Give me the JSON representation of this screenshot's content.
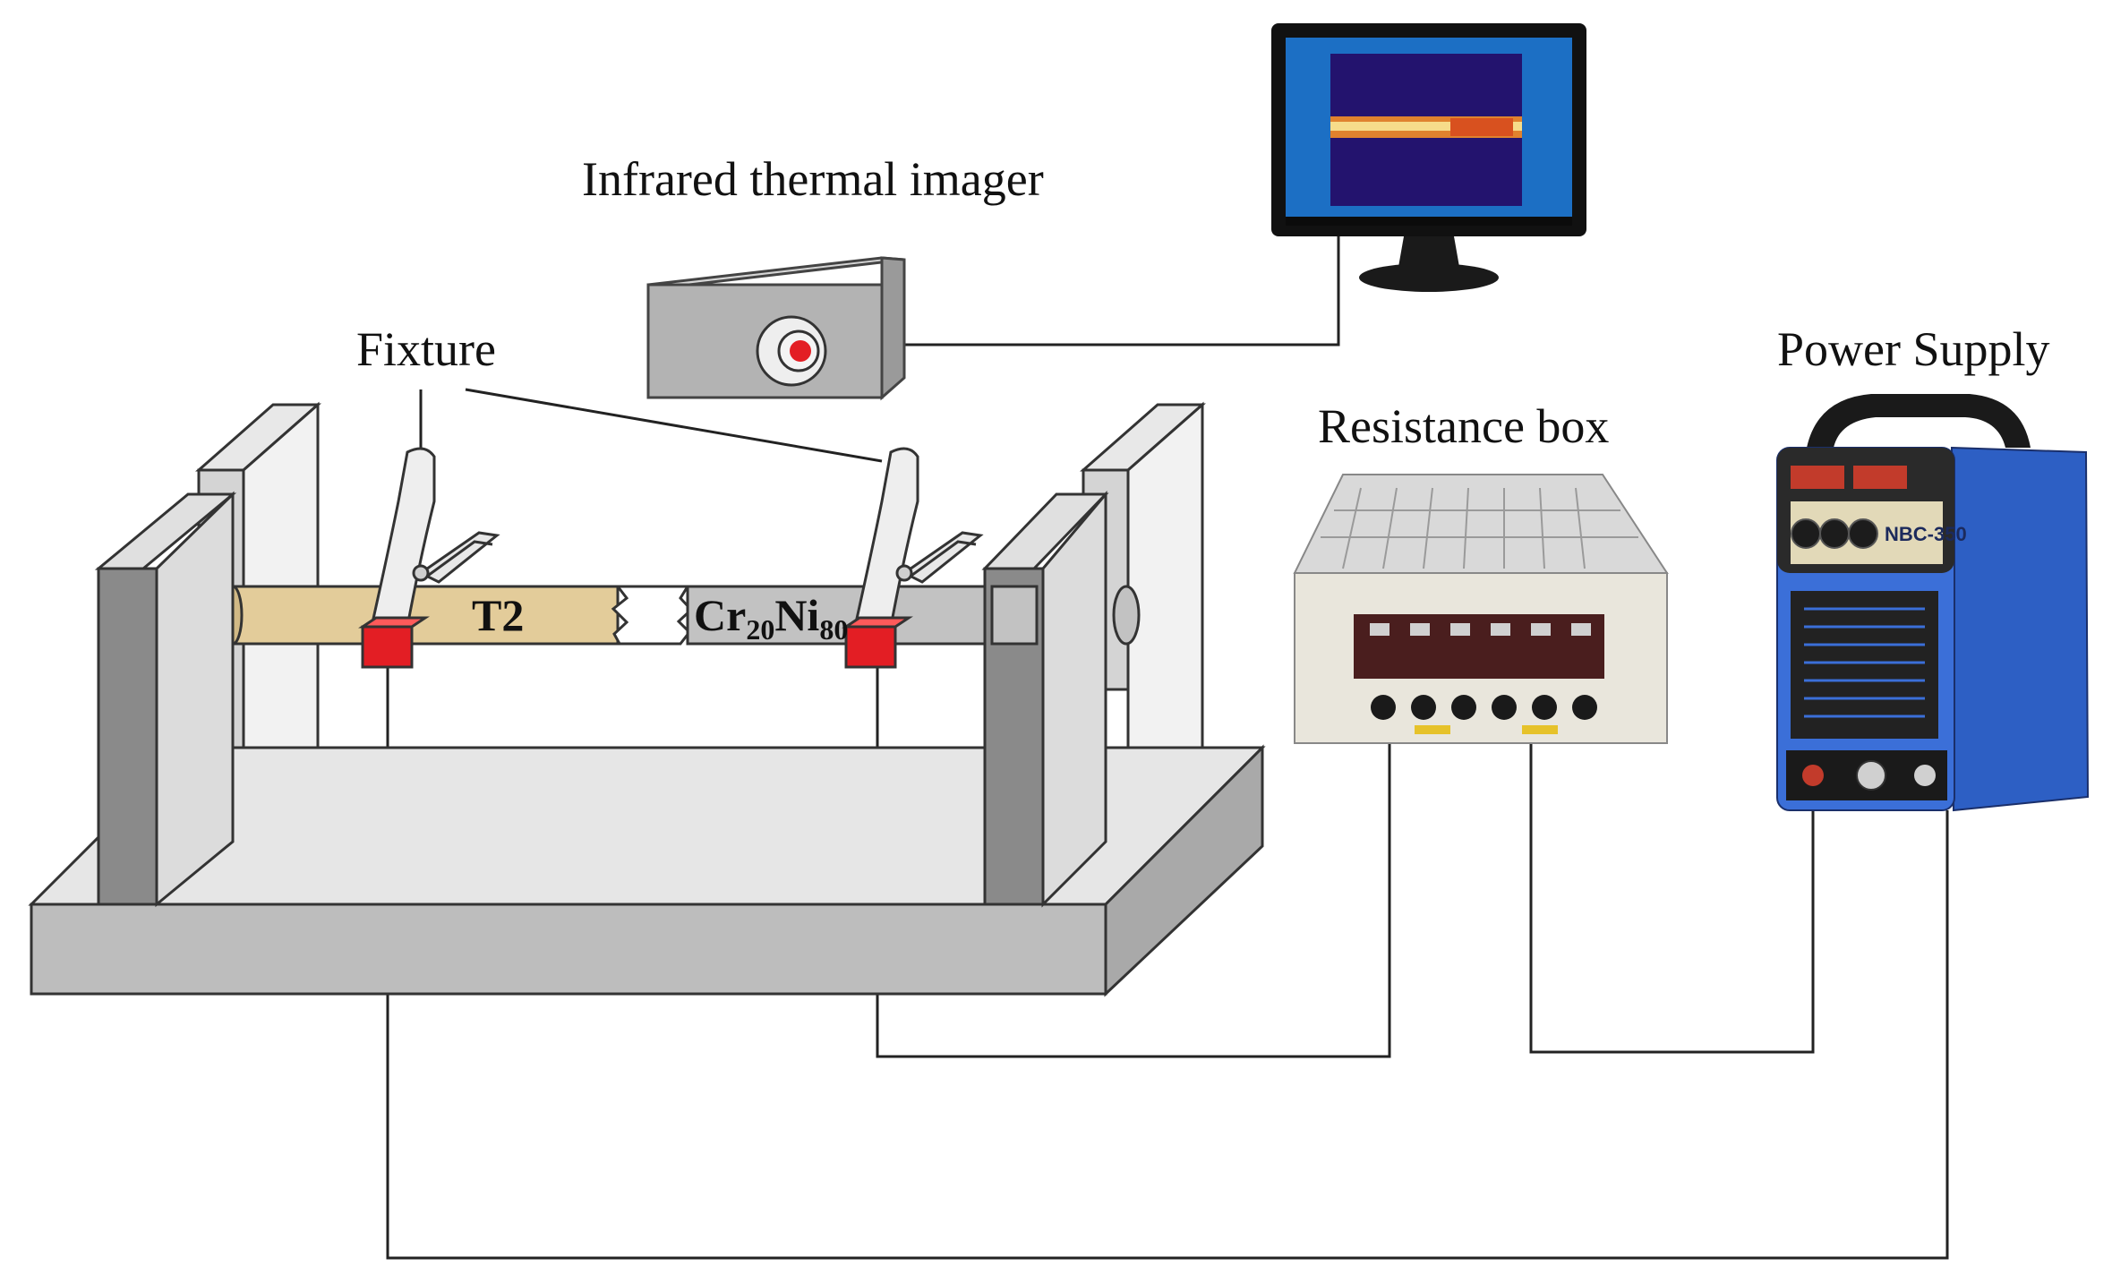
{
  "labels": {
    "imager": "Infrared thermal imager",
    "fixture": "Fixture",
    "resistance_box": "Resistance box",
    "power_supply": "Power Supply"
  },
  "specimen": {
    "left_material": "T2",
    "right_material_base1": "Cr",
    "right_material_sub1": "20",
    "right_material_base2": "Ni",
    "right_material_sub2": "80"
  },
  "power_supply_panel": {
    "model": "NBC-350"
  },
  "colors": {
    "copper": "#e3cc9a",
    "alloy": "#c2c2c2",
    "frame_light": "#dcdcdc",
    "frame_dark": "#8a8a8a",
    "base_gray": "#bdbdbd",
    "clamp_tip": "#e31e24",
    "power_supply_blue": "#3b6fd8",
    "wire": "#222222"
  },
  "icons": [
    "monitor-icon",
    "camera-lens-icon",
    "clamp-icon",
    "resistance-box-icon",
    "power-supply-icon"
  ]
}
